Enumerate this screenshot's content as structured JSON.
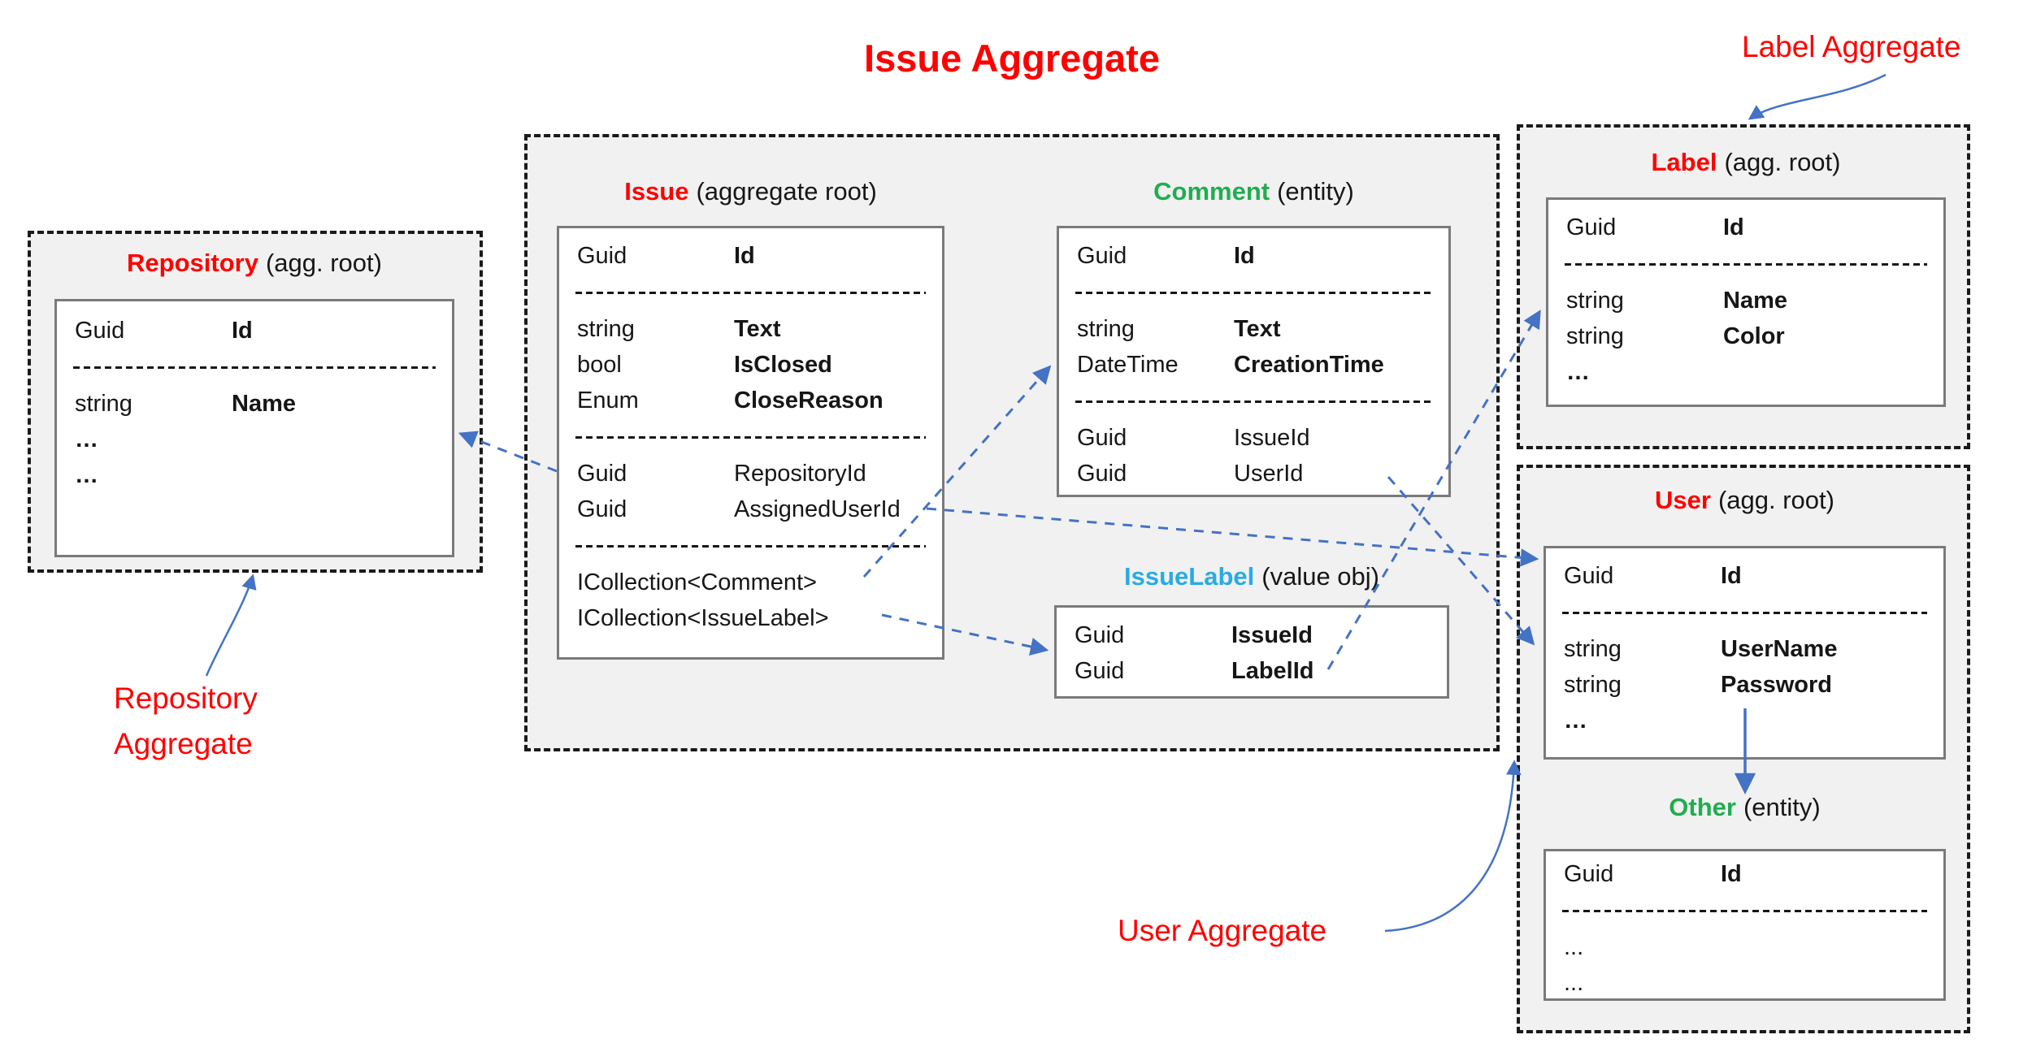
{
  "colors": {
    "title_red": "#FF0000",
    "entity_green": "#1FAD50",
    "entity_cyan": "#29ABE3",
    "arrow_blue": "#4472C4",
    "container_fill": "#F1F1F1",
    "container_border": "#1A1A1A",
    "box_border": "#7A7A7A",
    "text": "#161616"
  },
  "main_title": "Issue Aggregate",
  "free_labels": {
    "repository_aggregate_line1": "Repository",
    "repository_aggregate_line2": "Aggregate",
    "label_aggregate": "Label Aggregate",
    "user_aggregate": "User Aggregate"
  },
  "entities": {
    "issue": {
      "name": "Issue",
      "suffix": "(aggregate root)",
      "rows": [
        {
          "type": "Guid",
          "name": "Id"
        },
        {
          "separator": true
        },
        {
          "type": "string",
          "name": "Text"
        },
        {
          "type": "bool",
          "name": "IsClosed"
        },
        {
          "type": "Enum",
          "name": "CloseReason"
        },
        {
          "separator": true
        },
        {
          "type": "Guid",
          "name": "RepositoryId"
        },
        {
          "type": "Guid",
          "name": "AssignedUserId"
        },
        {
          "separator": true
        },
        {
          "single": "ICollection<Comment>"
        },
        {
          "single": "ICollection<IssueLabel>"
        }
      ]
    },
    "comment": {
      "name": "Comment",
      "suffix": "(entity)",
      "rows": [
        {
          "type": "Guid",
          "name": "Id"
        },
        {
          "separator": true
        },
        {
          "type": "string",
          "name": "Text"
        },
        {
          "type": "DateTime",
          "name": "CreationTime"
        },
        {
          "separator": true
        },
        {
          "type": "Guid",
          "name": "IssueId"
        },
        {
          "type": "Guid",
          "name": "UserId"
        }
      ]
    },
    "issue_label": {
      "name": "IssueLabel",
      "suffix": "(value obj)",
      "rows": [
        {
          "type": "Guid",
          "name": "IssueId"
        },
        {
          "type": "Guid",
          "name": "LabelId"
        }
      ]
    },
    "repository": {
      "name": "Repository",
      "suffix": "(agg. root)",
      "rows": [
        {
          "type": "Guid",
          "name": "Id"
        },
        {
          "separator": true
        },
        {
          "type": "string",
          "name": "Name"
        },
        {
          "single": "…"
        },
        {
          "single": "…"
        }
      ]
    },
    "label": {
      "name": "Label",
      "suffix": "(agg. root)",
      "rows": [
        {
          "type": "Guid",
          "name": "Id"
        },
        {
          "separator": true
        },
        {
          "type": "string",
          "name": "Name"
        },
        {
          "type": "string",
          "name": "Color"
        },
        {
          "single": "…"
        }
      ]
    },
    "user": {
      "name": "User",
      "suffix": "(agg. root)",
      "rows": [
        {
          "type": "Guid",
          "name": "Id"
        },
        {
          "separator": true
        },
        {
          "type": "string",
          "name": "UserName"
        },
        {
          "type": "string",
          "name": "Password"
        },
        {
          "single": "…"
        }
      ]
    },
    "other": {
      "name": "Other",
      "suffix": "(entity)",
      "rows": [
        {
          "type": "Guid",
          "name": "Id"
        },
        {
          "separator": true
        },
        {
          "single": "..."
        },
        {
          "single": "..."
        }
      ]
    }
  }
}
